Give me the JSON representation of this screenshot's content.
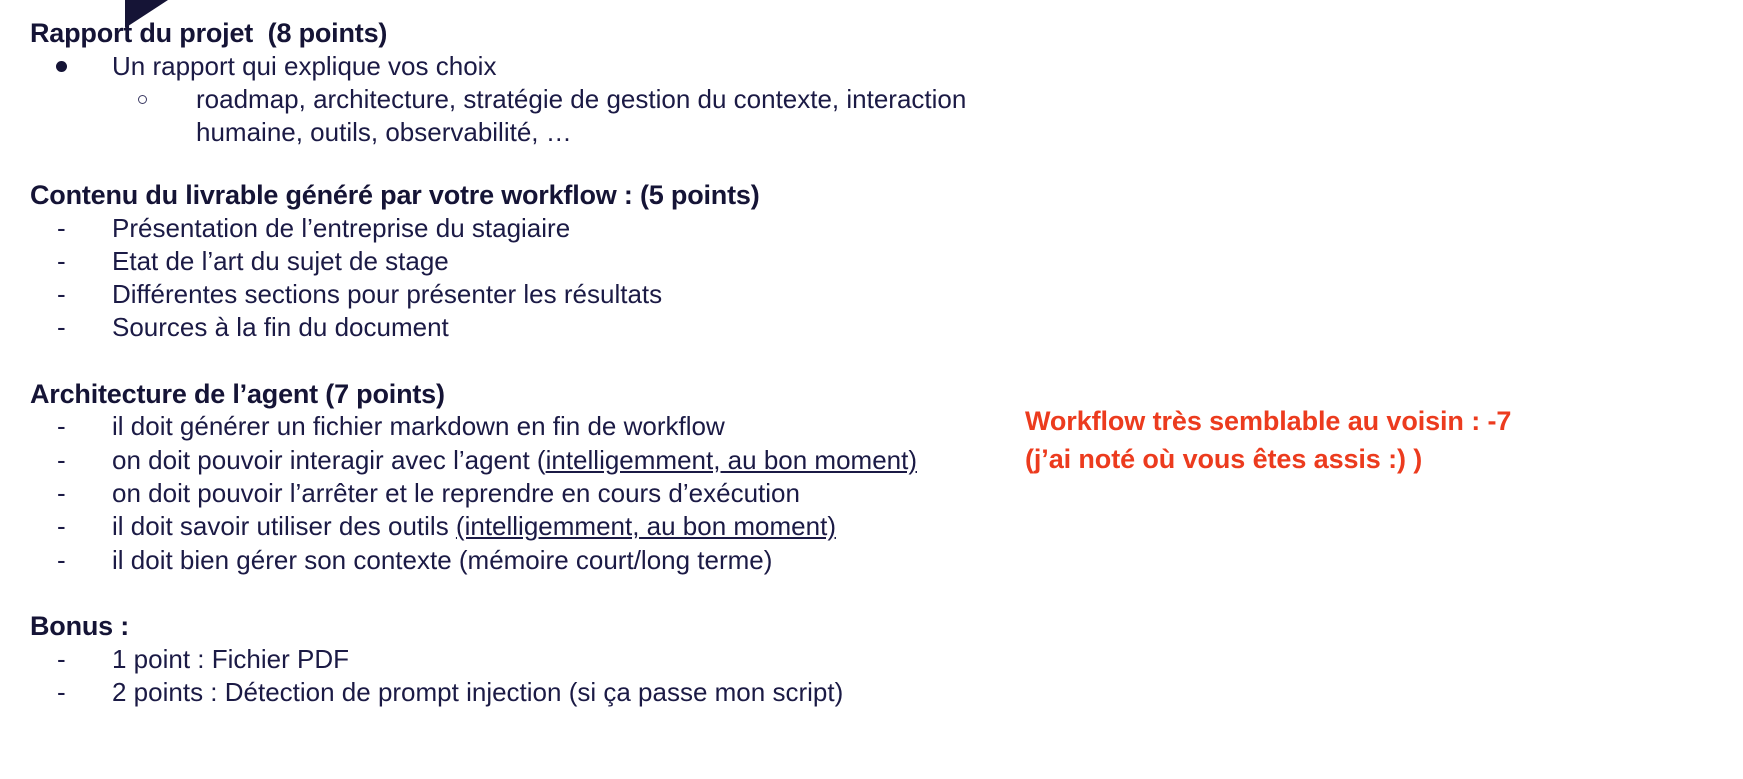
{
  "slide": {
    "language": "fr",
    "background_color": "#ffffff",
    "text_color": "#151436",
    "accent_color": "#EC3B1E",
    "decoration": {
      "shape": "triangle",
      "color": "#151436",
      "position": "top-left"
    }
  },
  "sections": [
    {
      "id": "rapport",
      "heading": "Rapport du projet  (8 points)",
      "bullets": [
        {
          "marker": "disc",
          "text": "Un rapport qui explique vos choix",
          "children": [
            {
              "marker": "circle",
              "text": "roadmap, architecture, stratégie de gestion du contexte, interaction humaine, outils, observabilité, …"
            }
          ]
        }
      ]
    },
    {
      "id": "contenu",
      "heading": "Contenu du livrable généré par votre workflow : (5 points)",
      "items": [
        "Présentation de l’entreprise du stagiaire",
        "Etat de l’art du sujet de stage",
        "Différentes sections pour présenter les résultats",
        "Sources à la fin du document"
      ]
    },
    {
      "id": "architecture",
      "heading": "Architecture de l’agent (7 points)",
      "items_rich": [
        {
          "pre": "il doit générer un fichier markdown en fin de workflow",
          "underline": "",
          "post": ""
        },
        {
          "pre": "on doit pouvoir interagir avec l’agent (",
          "underline": "intelligemment, au bon moment)",
          "post": ""
        },
        {
          "pre": "on doit pouvoir l’arrêter et le reprendre en cours d’exécution",
          "underline": "",
          "post": ""
        },
        {
          "pre": "il doit savoir utiliser des outils ",
          "underline": "(intelligemment, au bon moment)",
          "post": ""
        },
        {
          "pre": "il doit bien gérer son contexte (mémoire court/long terme)",
          "underline": "",
          "post": ""
        }
      ]
    },
    {
      "id": "bonus",
      "heading": "Bonus :",
      "items": [
        "1 point : Fichier PDF",
        "2 points : Détection de prompt injection (si ça passe mon script)"
      ]
    }
  ],
  "annotation": {
    "color": "#EC3B1E",
    "line1": "Workflow très semblable au voisin : -7",
    "line2": "(j’ai noté où vous êtes assis :) )"
  }
}
